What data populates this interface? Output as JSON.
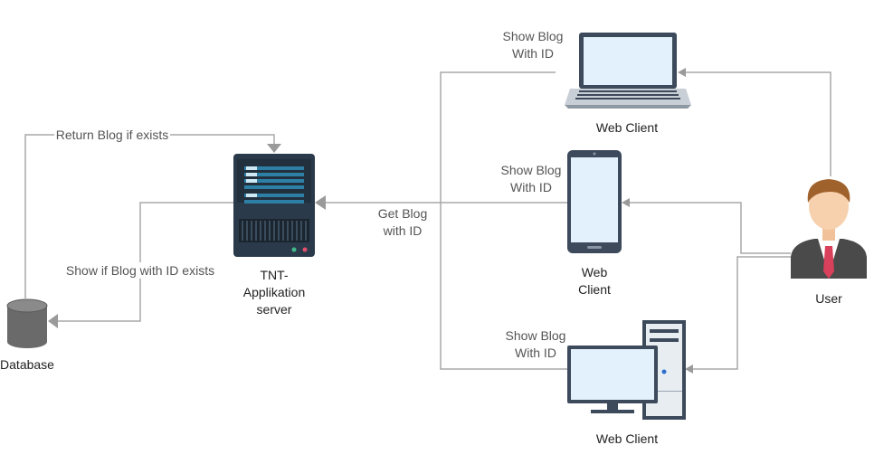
{
  "nodes": {
    "database": {
      "label": "Database",
      "icon": "database-icon"
    },
    "server": {
      "label_lines": [
        "TNT-",
        "Applikation",
        "server"
      ],
      "icon": "server-icon"
    },
    "laptop_client": {
      "label": "Web Client",
      "icon": "laptop-icon"
    },
    "tablet_client": {
      "label_lines": [
        "Web",
        "Client"
      ],
      "icon": "tablet-icon"
    },
    "desktop_client": {
      "label": "Web Client",
      "icon": "desktop-computer-icon"
    },
    "user": {
      "label": "User",
      "icon": "user-avatar-icon"
    }
  },
  "edges": {
    "return_blog": {
      "label": "Return Blog if exists"
    },
    "show_if_exists": {
      "label": "Show if Blog with ID exists"
    },
    "get_blog": {
      "label_lines": [
        "Get Blog",
        "with ID"
      ]
    },
    "show_laptop": {
      "label_lines": [
        "Show Blog",
        "With ID"
      ]
    },
    "show_tablet": {
      "label_lines": [
        "Show Blog",
        "With ID"
      ]
    },
    "show_desktop": {
      "label_lines": [
        "Show Blog",
        "With ID"
      ]
    }
  },
  "colors": {
    "connector": "#a8a8a8",
    "device_frame": "#3d4a5c",
    "screen": "#e2f1fb",
    "server_body": "#2b3a4a",
    "server_accent": "#2e7fa6",
    "user_suit": "#4a4a4a",
    "user_tie": "#d9405b",
    "user_skin": "#f7d1ad",
    "user_hair": "#a0622d",
    "database": "#6a6a6a"
  }
}
